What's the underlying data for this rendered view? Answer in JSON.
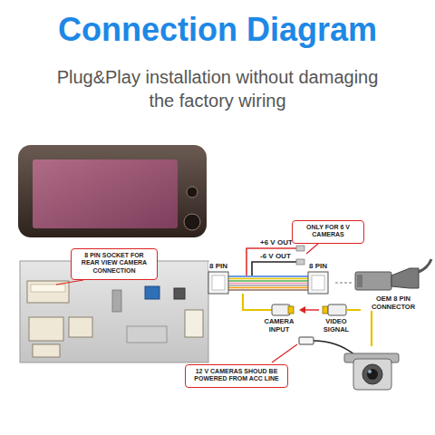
{
  "diagram": {
    "title": "Connection Diagram",
    "nodes": [
      {
        "text": [
          "8 PIN SOCKET FOR REAR VIEW CAMERA CONNECTION"
        ]
      },
      {
        "text": [
          "ONLY FOR 6 V CAMERAS"
        ]
      },
      {
        "text": [
          "12 V CAMERAS SHOUD BE POWERED FROM ACC LINE"
        ]
      }
    ],
    "labels": [
      "Plug&Play installation without damaging the factory wiring",
      "+6 V OUT",
      "-6 V OUT",
      "8 PIN",
      "8 PIN",
      "CAMERA INPUT",
      "VIDEO SIGNAL",
      "OEM 8 PIN CONNECTOR"
    ]
  }
}
